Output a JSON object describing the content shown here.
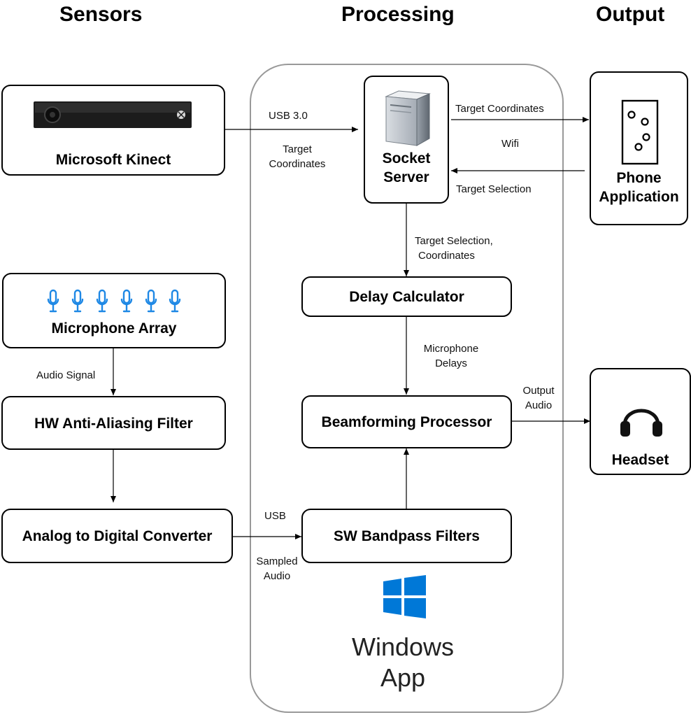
{
  "headings": {
    "sensors": "Sensors",
    "processing": "Processing",
    "output": "Output"
  },
  "blocks": {
    "kinect": "Microsoft Kinect",
    "mic_array": "Microphone Array",
    "hw_filter": "HW Anti-Aliasing Filter",
    "adc": "Analog to Digital Converter",
    "socket_server": [
      "Socket",
      "Server"
    ],
    "delay_calc": "Delay Calculator",
    "beamformer": "Beamforming Processor",
    "sw_filters": "SW Bandpass Filters",
    "phone_app": [
      "Phone",
      "Application"
    ],
    "headset": "Headset"
  },
  "edges": {
    "usb30": "USB 3.0",
    "target_coords_in": [
      "Target",
      "Coordinates"
    ],
    "target_coords_out": "Target Coordinates",
    "wifi": "Wifi",
    "target_selection": "Target Selection",
    "sel_coords": [
      "Target Selection,",
      "Coordinates"
    ],
    "mic_delays": [
      "Microphone",
      "Delays"
    ],
    "output_audio": [
      "Output",
      "Audio"
    ],
    "audio_signal": "Audio Signal",
    "usb": "USB",
    "sampled_audio": [
      "Sampled",
      "Audio"
    ]
  },
  "container_label": [
    "Windows",
    "App"
  ],
  "icons": {
    "kinect": "kinect-sensor-icon",
    "microphone": "microphone-icon",
    "server": "server-icon",
    "phone": "phone-icon",
    "headphones": "headphones-icon",
    "windows": "windows-logo-icon"
  },
  "colors": {
    "mic_blue": "#1e88e5",
    "windows_blue": "#0078d7",
    "container_border": "#999999"
  }
}
